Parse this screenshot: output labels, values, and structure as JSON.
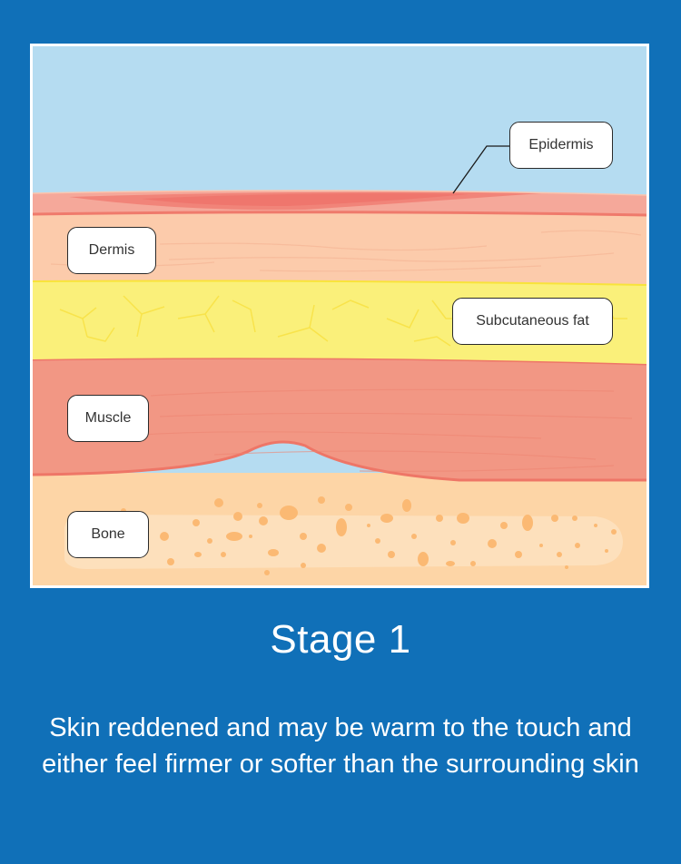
{
  "illustration": {
    "labels": {
      "epidermis": "Epidermis",
      "dermis": "Dermis",
      "subcutaneous_fat": "Subcutaneous fat",
      "muscle": "Muscle",
      "bone": "Bone"
    },
    "colors": {
      "background": "#1070b8",
      "sky": "#b5dcf1",
      "epidermis": "#f5a89a",
      "epidermis_red": "#f07a70",
      "dermis": "#fccbab",
      "fat": "#faf07a",
      "fat_border": "#f8e33a",
      "muscle": "#f29784",
      "muscle_border": "#ee7667",
      "bone_tissue": "#fdd5a6",
      "bone": "#fde0bc",
      "bone_spot": "#fbb973"
    }
  },
  "stage": {
    "title": "Stage 1",
    "description": "Skin reddened and may be warm to the touch and either feel firmer or softer than the surrounding skin"
  }
}
